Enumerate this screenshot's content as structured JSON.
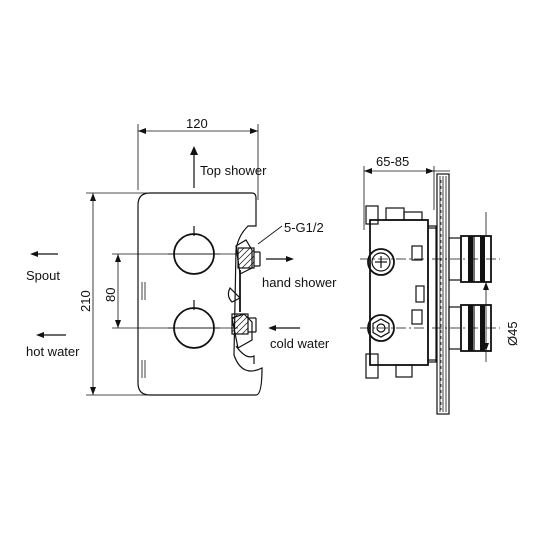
{
  "labels": {
    "dim_width": "120",
    "dim_height": "210",
    "dim_spacing": "80",
    "dim_depth": "65-85",
    "dim_diameter": "Ø45",
    "connection": "5-G1/2",
    "top_shower": "Top shower",
    "hand_shower": "hand shower",
    "cold_water": "cold water",
    "hot_water": "hot water",
    "spout": "Spout"
  },
  "colors": {
    "line": "#111111",
    "background": "#ffffff"
  }
}
